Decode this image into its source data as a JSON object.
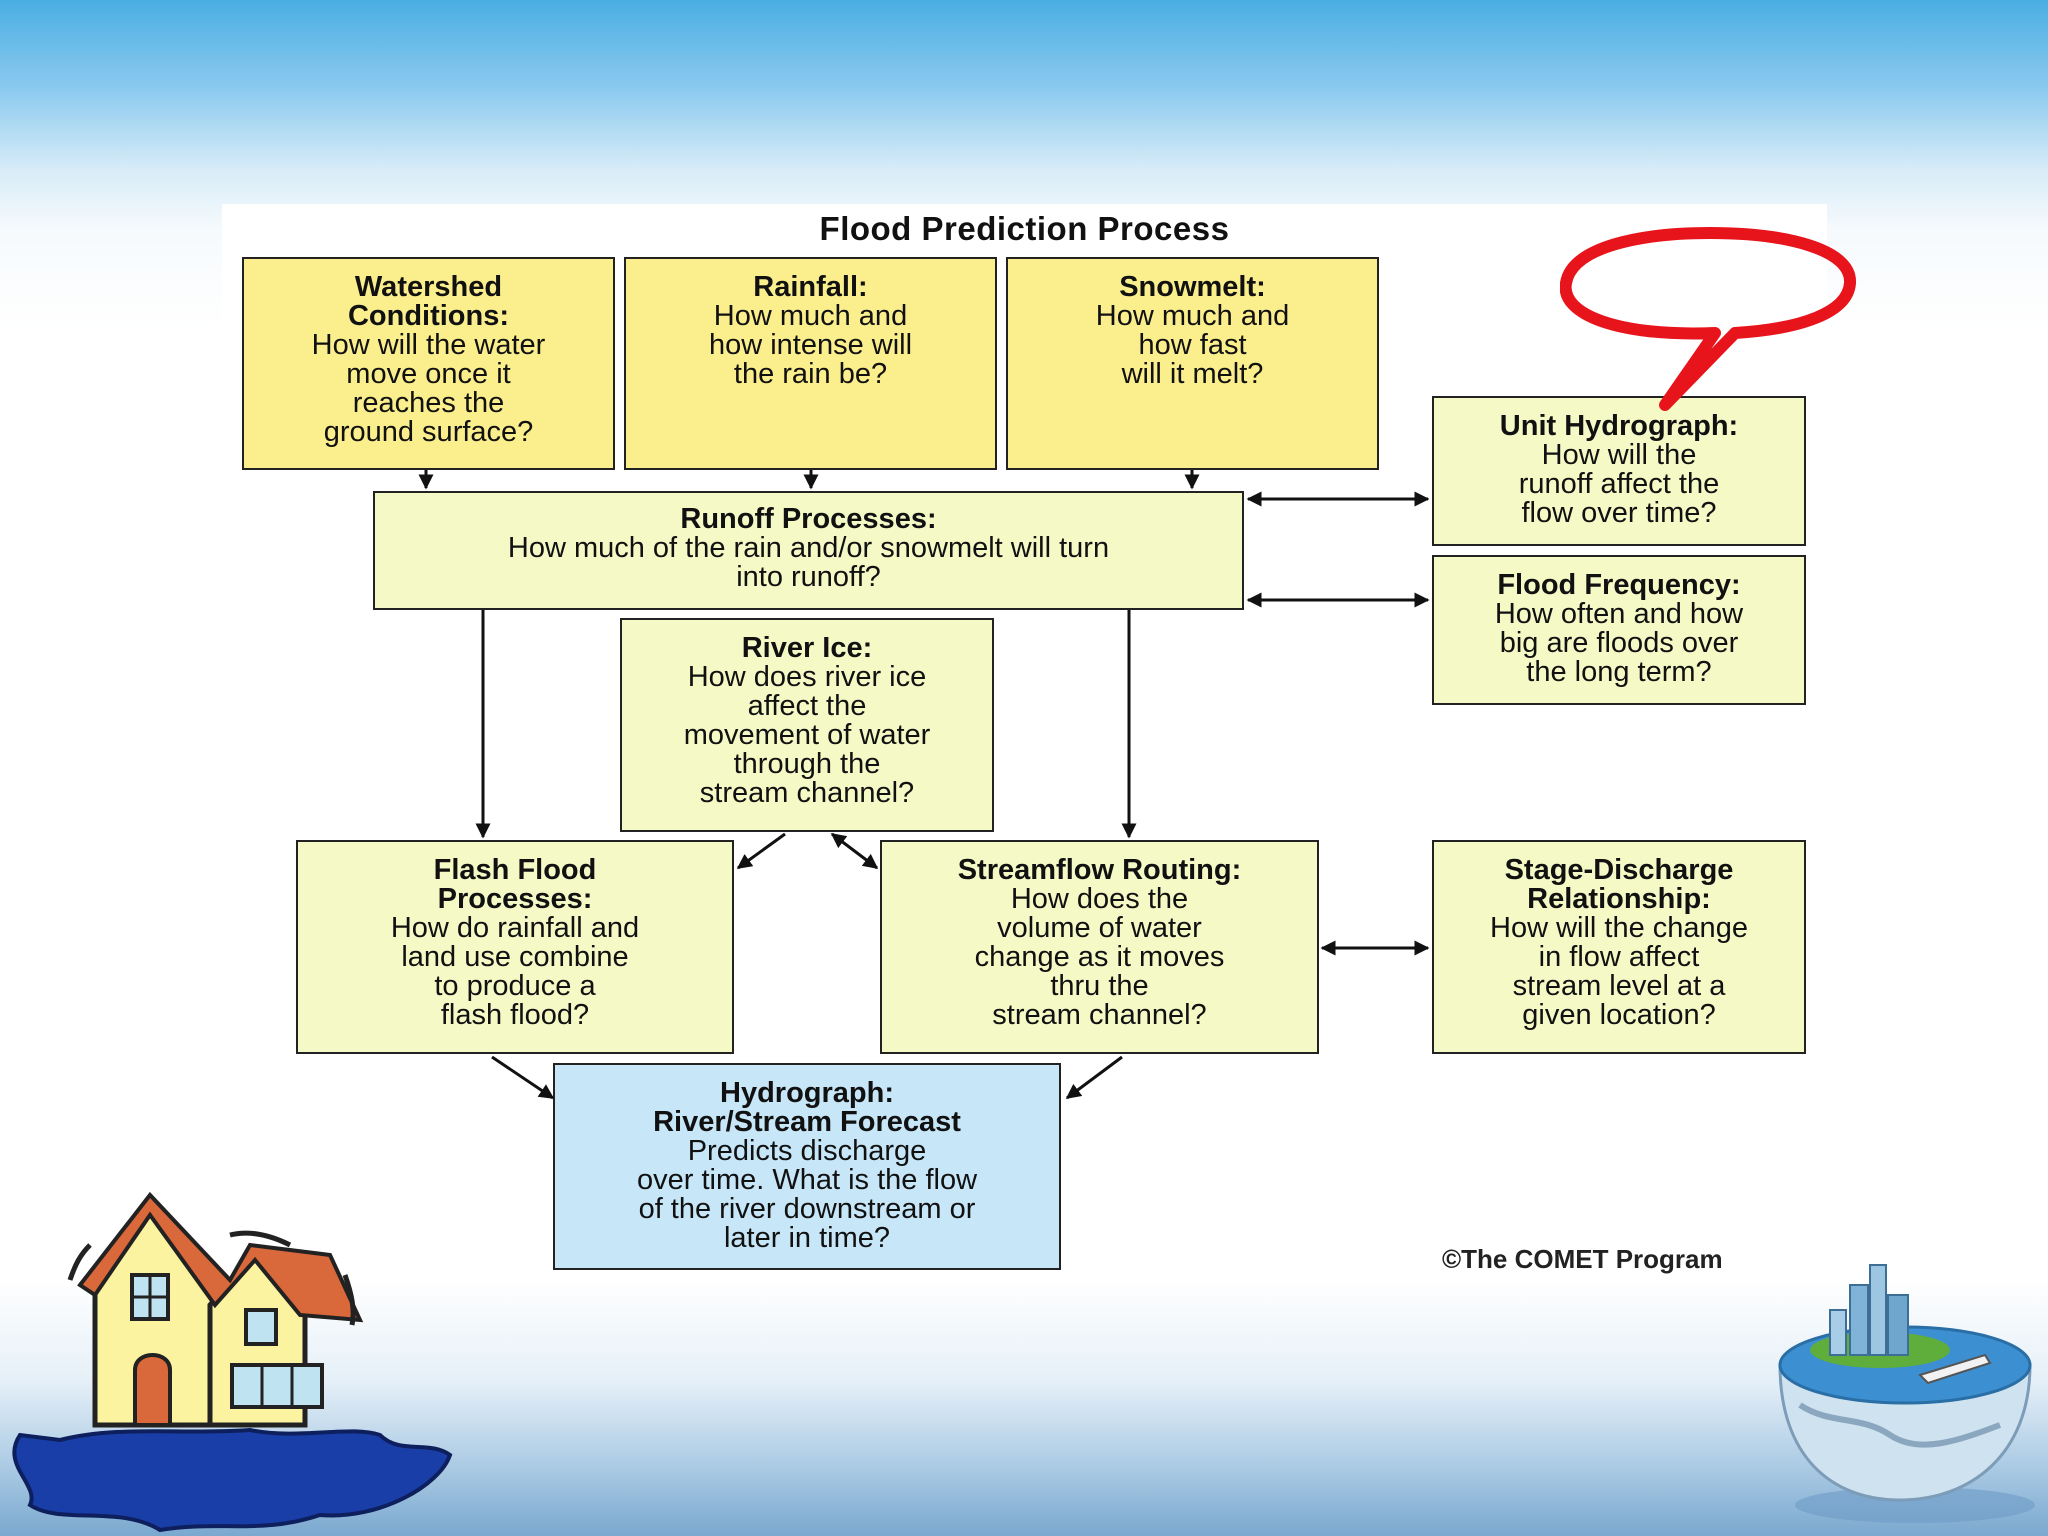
{
  "diagram": {
    "title": "Flood Prediction Process",
    "credit": "©The COMET Program",
    "nodes": {
      "watershed": {
        "head": "Watershed\nConditions:",
        "body": "How will the water\nmove once it\nreaches the\nground surface?"
      },
      "rainfall": {
        "head": "Rainfall:",
        "body": "How much and\nhow intense will\nthe rain be?"
      },
      "snowmelt": {
        "head": "Snowmelt:",
        "body": "How much and\nhow fast\nwill it melt?"
      },
      "runoff": {
        "head": "Runoff Processes:",
        "body": "How much of the rain and/or snowmelt will turn\ninto runoff?"
      },
      "unit_hydrograph": {
        "head": "Unit Hydrograph:",
        "body": "How will the\nrunoff affect the\nflow over time?"
      },
      "flood_frequency": {
        "head": "Flood Frequency:",
        "body": "How often and how\nbig are floods over\nthe long term?"
      },
      "river_ice": {
        "head": "River Ice:",
        "body": "How does river ice\naffect the\nmovement of water\nthrough the\nstream channel?"
      },
      "flash_flood": {
        "head": "Flash Flood\nProcesses:",
        "body": "How do rainfall and\nland use combine\nto produce a\nflash flood?"
      },
      "streamflow": {
        "head": "Streamflow Routing:",
        "body": "How does the\nvolume of water\nchange as it moves\nthru the\nstream channel?"
      },
      "stage_discharge": {
        "head": "Stage-Discharge\nRelationship:",
        "body": "How will the change\nin flow affect\nstream level at a\ngiven location?"
      },
      "hydrograph": {
        "head": "Hydrograph:\nRiver/Stream Forecast",
        "body": "Predicts discharge\nover time. What is the flow\nof the river downstream or\nlater in time?"
      }
    },
    "callout": {
      "color": "#e8141b"
    },
    "colors": {
      "yellow": "#fbee8d",
      "pale": "#f5f9c6",
      "blue": "#c7e6f8"
    }
  }
}
